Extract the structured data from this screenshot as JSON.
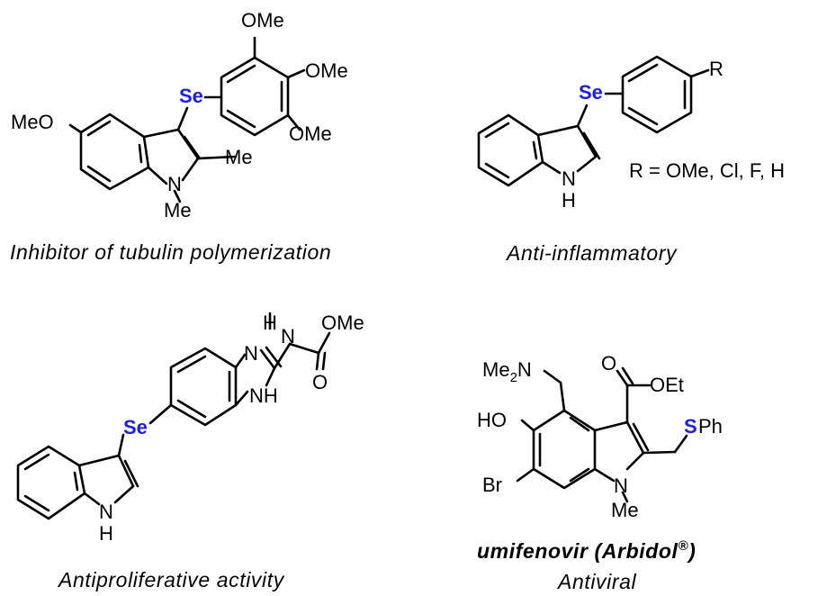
{
  "colors": {
    "selenium": "#1a1aff",
    "sulfur": "#1a1aff",
    "bond": "#000000"
  },
  "structures": [
    {
      "id": "tubulin",
      "caption": "Inhibitor of tubulin polymerization",
      "labels": {
        "ome_top": "OMe",
        "ome_mid": "OMe",
        "ome_bot": "OMe",
        "se": "Se",
        "meo": "MeO",
        "me_c2": "Me",
        "n": "N",
        "me_n": "Me"
      }
    },
    {
      "id": "anti-inflammatory",
      "caption": "Anti-inflammatory",
      "labels": {
        "se": "Se",
        "r": "R",
        "nh_n": "N",
        "nh_h": "H",
        "r_def": "R = OMe, Cl, F, H"
      }
    },
    {
      "id": "antiproliferative",
      "caption": "Antiproliferative activity",
      "labels": {
        "h": "H",
        "n_top": "N",
        "ome": "OMe",
        "n_left": "N",
        "nh": "NH",
        "o": "O",
        "se": "Se",
        "nh_n": "N",
        "nh_h": "H"
      }
    },
    {
      "id": "umifenovir",
      "name": "umifenovir (Arbidol",
      "trademark": "®",
      "name_close": ")",
      "caption": "Antiviral",
      "labels": {
        "me2n_me": "Me",
        "me2n_sub": "2",
        "me2n_n": "N",
        "o": "O",
        "oet": "OEt",
        "ho": "HO",
        "s": "S",
        "ph": "Ph",
        "br": "Br",
        "n": "N",
        "me_n": "Me"
      }
    }
  ]
}
